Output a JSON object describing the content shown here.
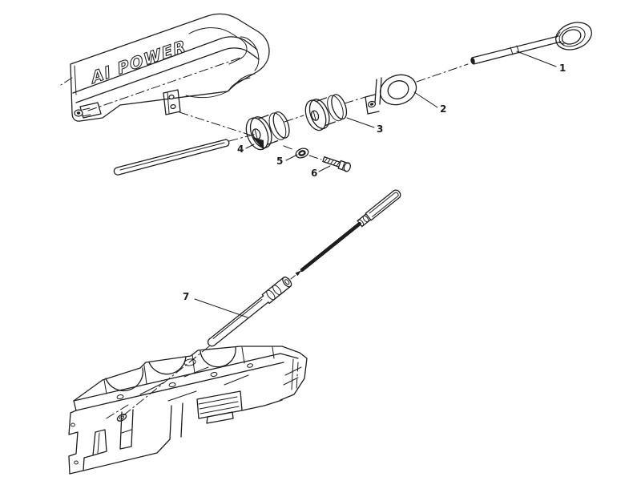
{
  "page": {
    "background_color": "#ffffff",
    "line_color": "#1d1d1d"
  },
  "diagram": {
    "cover_text": "AI POWER",
    "callouts": [
      {
        "number": "1"
      },
      {
        "number": "2"
      },
      {
        "number": "3"
      },
      {
        "number": "4"
      },
      {
        "number": "5"
      },
      {
        "number": "6"
      },
      {
        "number": "7"
      }
    ]
  }
}
